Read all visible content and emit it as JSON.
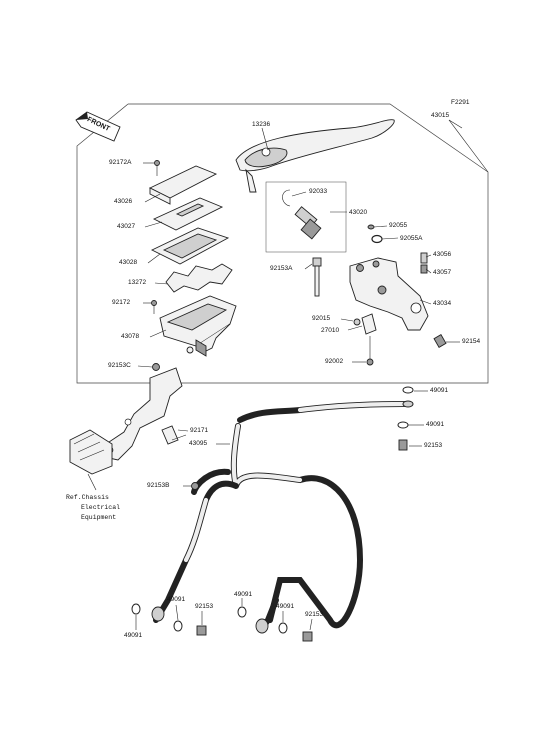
{
  "figure_code": "F2291",
  "front_label": "FRONT",
  "labels": {
    "l43015": "43015",
    "l13236": "13236",
    "l92172A": "92172A",
    "l43026": "43026",
    "l43027": "43027",
    "l43028": "43028",
    "l13272": "13272",
    "l92172": "92172",
    "l43078": "43078",
    "l92153C": "92153C",
    "l92033": "92033",
    "l43020": "43020",
    "l92055": "92055",
    "l92055A": "92055A",
    "l43056": "43056",
    "l43057": "43057",
    "l92153A": "92153A",
    "l43034": "43034",
    "l92015": "92015",
    "l27010": "27010",
    "l92154": "92154",
    "l92002": "92002",
    "l49091a": "49091",
    "l49091b": "49091",
    "l92153a": "92153",
    "l92171": "92171",
    "l43095": "43095",
    "l92153B": "92153B",
    "l49091c": "49091",
    "l49091d": "49091",
    "l92153b": "92153",
    "l49091e": "49091",
    "l49091f": "49091",
    "l92153c": "92153"
  },
  "reference_note": {
    "line1": "Ref.Chassis",
    "line2": "Electrical",
    "line3": "Equipment"
  }
}
